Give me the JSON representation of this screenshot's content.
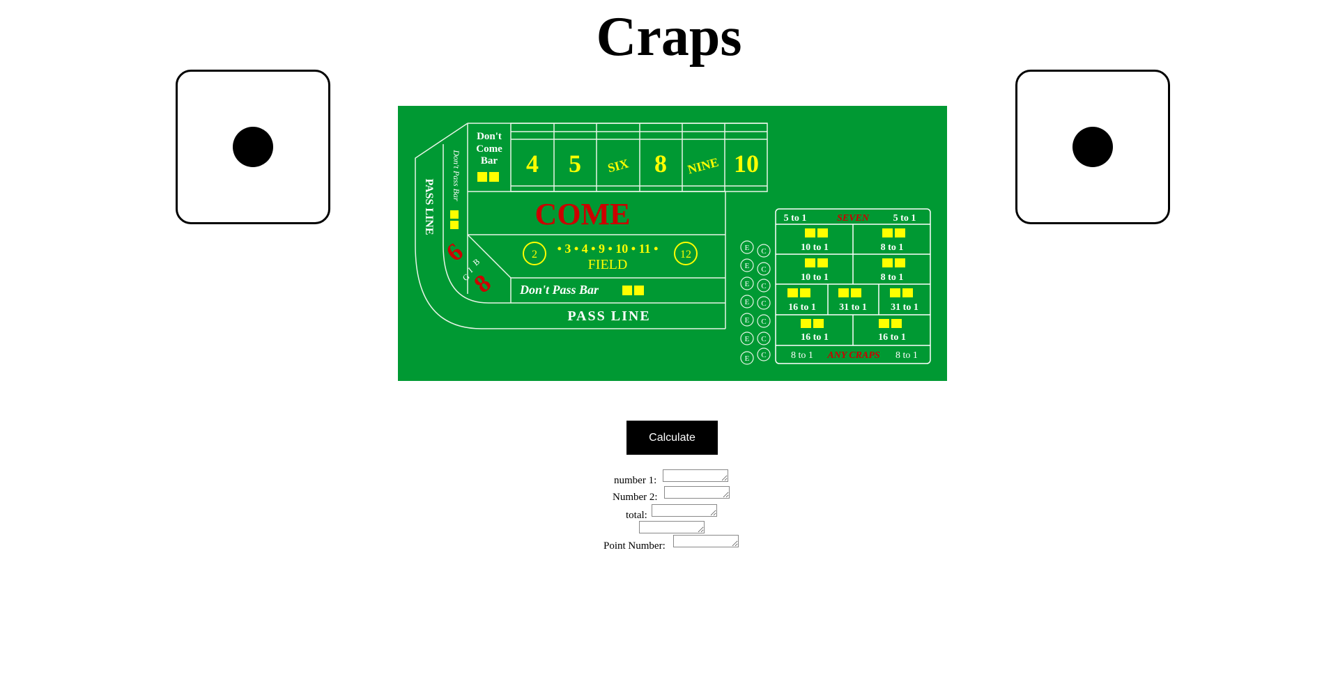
{
  "page": {
    "title": "Craps"
  },
  "dice": {
    "left": {
      "face": 1,
      "icon": "die-one-icon"
    },
    "right": {
      "face": 1,
      "icon": "die-one-icon"
    }
  },
  "table": {
    "pass_line": "PASS LINE",
    "dont_pass_bar_vertical": "Don't Pass Bar",
    "dont_come_bar": [
      "Don't",
      "Come",
      "Bar"
    ],
    "point_numbers": [
      "4",
      "5",
      "SIX",
      "8",
      "NINE",
      "10"
    ],
    "come": "COME",
    "field_numbers": "• 3 • 4 • 9 • 10 • 11 •",
    "field_left_circle": "2",
    "field_right_circle": "12",
    "field": "FIELD",
    "dont_pass_bar": "Don't Pass Bar",
    "big6": "6",
    "big8": "8",
    "big_letters": [
      "B",
      "I",
      "G"
    ],
    "seven_label": "SEVEN",
    "seven_left_odds": "5 to 1",
    "seven_right_odds": "5 to 1",
    "hardways": [
      {
        "odds": "10 to 1"
      },
      {
        "odds": "8 to 1"
      },
      {
        "odds": "10 to 1"
      },
      {
        "odds": "8 to 1"
      }
    ],
    "props": [
      {
        "odds": "16 to 1"
      },
      {
        "odds": "31 to 1"
      },
      {
        "odds": "31 to 1"
      },
      {
        "odds": "16 to 1"
      },
      {
        "odds": "16 to 1"
      }
    ],
    "any_craps_label": "ANY CRAPS",
    "any_craps_left_odds": "8 to 1",
    "any_craps_right_odds": "8 to 1",
    "e_label": "E",
    "c_label": "C",
    "colors": {
      "felt": "#009933",
      "yellow": "#ffff00",
      "red": "#cc0000",
      "line": "#ffffff"
    }
  },
  "controls": {
    "calculate_label": "Calculate",
    "number1_label": "number 1:",
    "number2_label": "Number 2:",
    "total_label": "total:",
    "point_label": "Point Number:"
  }
}
